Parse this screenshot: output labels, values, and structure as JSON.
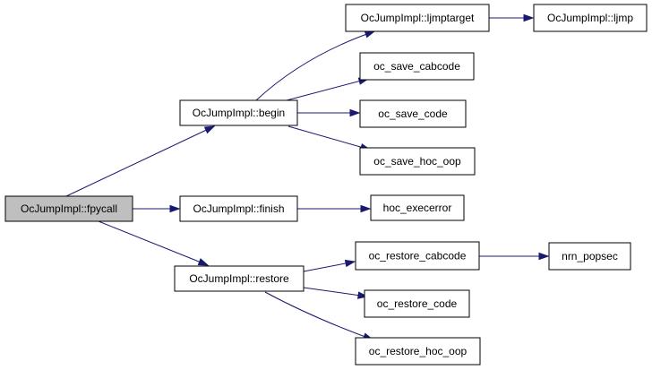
{
  "colors": {
    "edge": "#191970",
    "node_fill": "#ffffff",
    "root_fill": "#bfbfbf",
    "border": "#000000"
  },
  "nodes": {
    "fpycall": "OcJumpImpl::fpycall",
    "begin": "OcJumpImpl::begin",
    "finish": "OcJumpImpl::finish",
    "restore": "OcJumpImpl::restore",
    "ljmptarget": "OcJumpImpl::ljmptarget",
    "ljmp": "OcJumpImpl::ljmp",
    "save_cabcode": "oc_save_cabcode",
    "save_code": "oc_save_code",
    "save_hoc_oop": "oc_save_hoc_oop",
    "hoc_execerror": "hoc_execerror",
    "restore_cabcode": "oc_restore_cabcode",
    "nrn_popsec": "nrn_popsec",
    "restore_code": "oc_restore_code",
    "restore_hoc_oop": "oc_restore_hoc_oop"
  },
  "edges": [
    [
      "fpycall",
      "begin"
    ],
    [
      "fpycall",
      "finish"
    ],
    [
      "fpycall",
      "restore"
    ],
    [
      "begin",
      "ljmptarget"
    ],
    [
      "ljmptarget",
      "ljmp"
    ],
    [
      "begin",
      "save_cabcode"
    ],
    [
      "begin",
      "save_code"
    ],
    [
      "begin",
      "save_hoc_oop"
    ],
    [
      "finish",
      "hoc_execerror"
    ],
    [
      "restore",
      "restore_cabcode"
    ],
    [
      "restore_cabcode",
      "nrn_popsec"
    ],
    [
      "restore",
      "restore_code"
    ],
    [
      "restore",
      "restore_hoc_oop"
    ]
  ]
}
